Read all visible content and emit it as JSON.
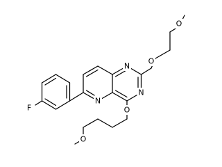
{
  "molecule": {
    "atoms": {
      "F": "F",
      "N_pyridine": "N",
      "N_top": "N",
      "N_right": "N",
      "O_ring_upper": "O",
      "O_chain_upper": "O",
      "O_ring_lower": "O",
      "O_chain_lower": "O"
    }
  },
  "colors": {
    "bond": "#000000",
    "label": "#000000",
    "background": "#ffffff"
  }
}
